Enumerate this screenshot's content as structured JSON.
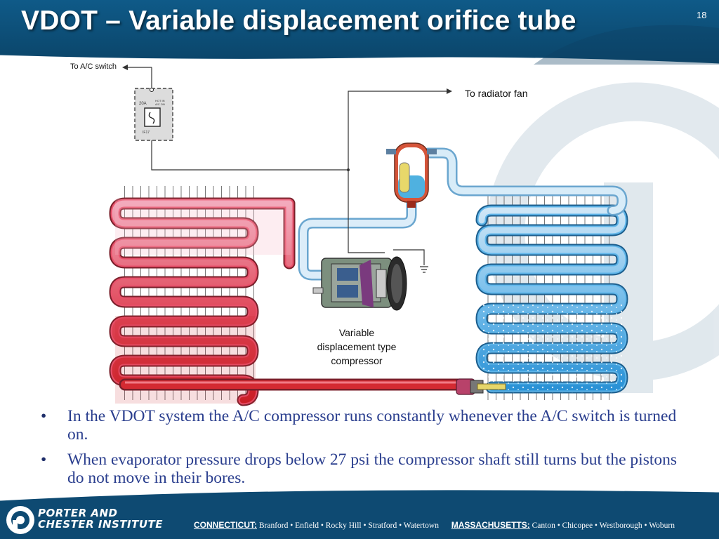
{
  "slide": {
    "title": "VDOT – Variable displacement orifice tube",
    "slide_number": "18"
  },
  "diagram": {
    "labels": {
      "ac_switch": "To A/C switch",
      "radiator_fan": "To radiator fan",
      "compressor_line1": "Variable",
      "compressor_line2": "displacement type",
      "compressor_line3": "compressor"
    },
    "fuse_box": {
      "rating": "20A",
      "hot_line1": "HOT IN",
      "hot_line2": "A/C ON",
      "fuse_id": "IF17"
    },
    "colors": {
      "high_pressure": "#d42a32",
      "low_pressure": "#3aa0dc",
      "wire": "#333333"
    }
  },
  "bullets": [
    "In the VDOT system the A/C compressor runs constantly whenever the A/C switch is turned on.",
    "When evaporator pressure drops below 27 psi the compressor shaft still turns but the pistons do not move in their bores."
  ],
  "footer": {
    "logo_line1": "PORTER AND",
    "logo_line2": "CHESTER INSTITUTE",
    "connecticut_label": "CONNECTICUT:",
    "connecticut_towns": "Branford • Enfield • Rocky Hill • Stratford • Watertown",
    "massachusetts_label": "MASSACHUSETTS:",
    "massachusetts_towns": "Canton • Chicopee • Westborough • Woburn"
  },
  "theme": {
    "navy": "#0e4a72",
    "bullet_text": "#2a3e8e"
  }
}
